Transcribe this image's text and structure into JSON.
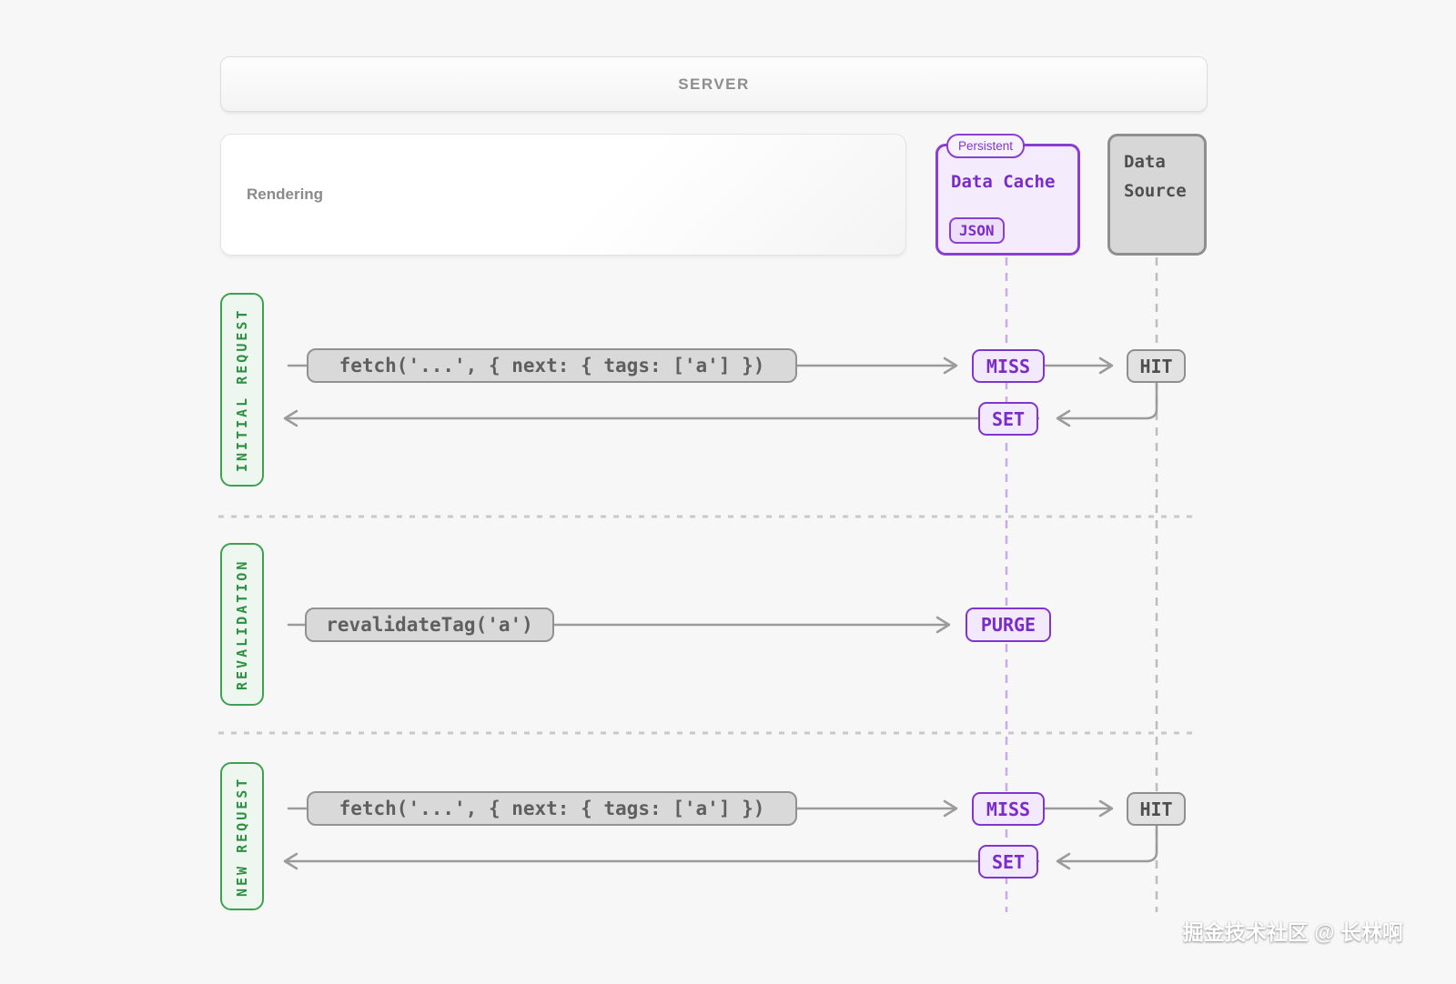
{
  "server": {
    "label": "SERVER"
  },
  "rendering": {
    "label": "Rendering"
  },
  "data_cache": {
    "badge": "Persistent",
    "title": "Data Cache",
    "tag": "JSON"
  },
  "data_source": {
    "title": "Data Source"
  },
  "lanes": [
    {
      "label": "INITIAL REQUEST",
      "call": "fetch('...', { next: { tags: ['a'] })",
      "cache_result": "MISS",
      "source_result": "HIT",
      "return_action": "SET"
    },
    {
      "label": "REVALIDATION",
      "call": "revalidateTag('a')",
      "cache_result": "PURGE"
    },
    {
      "label": "NEW REQUEST",
      "call": "fetch('...', { next: { tags: ['a'] })",
      "cache_result": "MISS",
      "source_result": "HIT",
      "return_action": "SET"
    }
  ],
  "watermark": "掘金技术社区 @ 长林啊",
  "colors": {
    "accent_purple": "#8a3fcf",
    "purple_fill": "#f2e9fc",
    "accent_green": "#3ca251",
    "green_fill": "#eef7ef",
    "gray_fill": "#d9d9d9",
    "arrow_gray": "#9b9b9b",
    "background": "#f7f7f8"
  }
}
